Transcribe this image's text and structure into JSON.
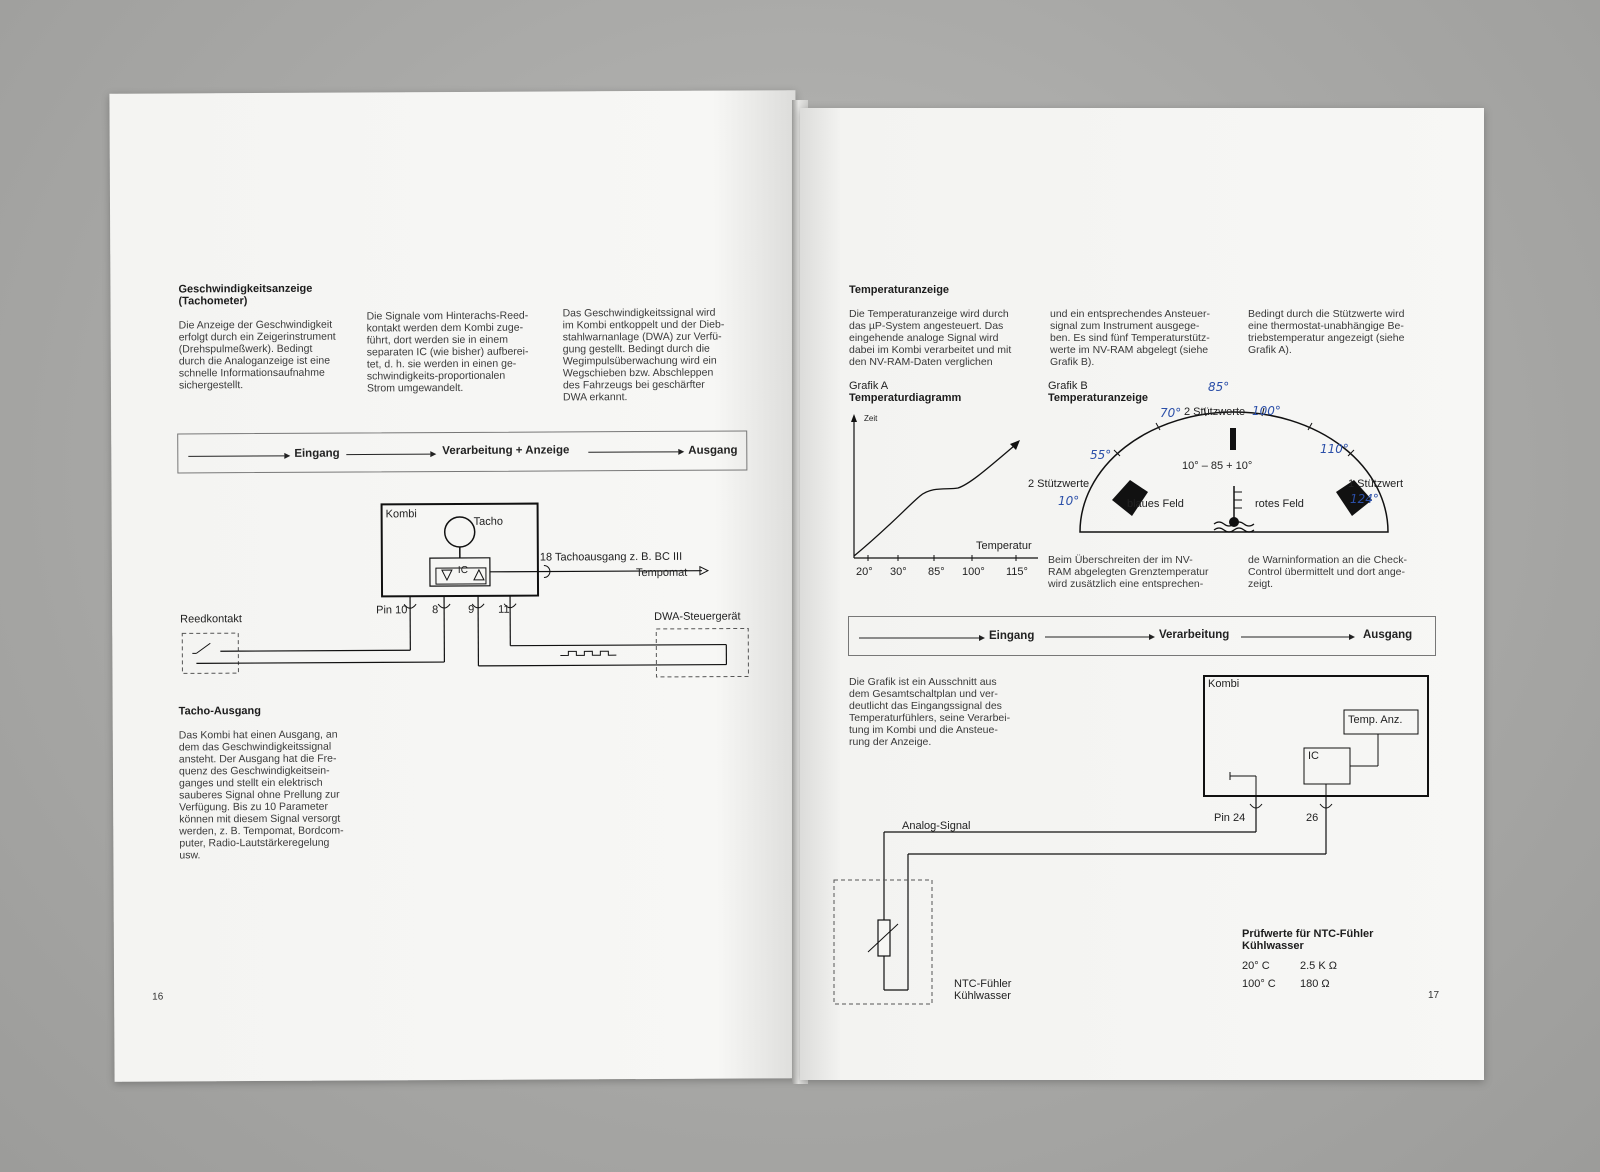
{
  "left_page": {
    "title": "Geschwindigkeitsanzeige\n(Tachometer)",
    "col1": "Die Anzeige der Geschwindigkeit\nerfolgt durch ein Zeigerinstrument\n(Drehspulmeßwerk). Bedingt\ndurch die Analoganzeige ist eine\nschnelle Informationsaufnahme\nsichergestellt.",
    "col2": "Die Signale vom Hinterachs-Reed-\nkontakt werden dem Kombi zuge-\nführt, dort werden sie in einem\nseparaten IC (wie bisher) aufberei-\ntet, d. h. sie werden in einen ge-\nschwindigkeits-proportionalen\nStrom umgewandelt.",
    "col3": "Das Geschwindigkeitssignal wird\nim Kombi entkoppelt und der Dieb-\nstahlwarnanlage (DWA) zur Verfü-\ngung gestellt. Bedingt durch die\nWegimpulsüberwachung wird ein\nWegschieben bzw. Abschleppen\ndes Fahrzeugs bei geschärfter\nDWA erkannt.",
    "flow": {
      "input": "Eingang",
      "process": "Verarbeitung + Anzeige",
      "output": "Ausgang"
    },
    "diagram": {
      "kombi": "Kombi",
      "tacho": "Tacho",
      "ic": "IC",
      "tacho_out": "18 Tachoausgang z. B. BC III",
      "tempomat": "Tempomat",
      "reed": "Reedkontakt",
      "dwa": "DWA-Steuergerät",
      "pin10": "Pin 10",
      "pin8": "8",
      "pin9": "9",
      "pin11": "11"
    },
    "section2_title": "Tacho-Ausgang",
    "section2_text": "Das Kombi hat einen Ausgang, an\ndem das Geschwindigkeitssignal\nansteht. Der Ausgang hat die Fre-\nquenz des Geschwindigkeitsein-\nganges und stellt ein elektrisch\nsauberes Signal ohne Prellung zur\nVerfügung. Bis zu 10 Parameter\nkönnen mit diesem Signal versorgt\nwerden, z. B. Tempomat, Bordcom-\nputer, Radio-Lautstärkeregelung\nusw.",
    "page_number": "16"
  },
  "right_page": {
    "title": "Temperaturanzeige",
    "col1": "Die Temperaturanzeige wird durch\ndas µP-System angesteuert. Das\neingehende analoge Signal wird\ndabei im Kombi verarbeitet und mit\nden NV-RAM-Daten verglichen",
    "col2": "und ein entsprechendes Ansteuer-\nsignal zum Instrument ausgege-\nben. Es sind fünf Temperaturstütz-\nwerte im NV-RAM abgelegt (siehe\nGrafik B).",
    "col3": "Bedingt durch die Stützwerte wird\neine thermostat-unabhängige Be-\ntriebstemperatur angezeigt (siehe\nGrafik A).",
    "grafik_a": {
      "label": "Grafik A",
      "title": "Temperaturdiagramm",
      "y_axis": "Zeit",
      "x_axis": "Temperatur",
      "ticks": [
        "20°",
        "30°",
        "85°",
        "100°",
        "115°"
      ]
    },
    "grafik_b": {
      "label": "Grafik B",
      "title": "Temperaturanzeige",
      "top_label": "2 Stützwerte",
      "left_label": "2 Stützwerte",
      "right_label": "1 Stützwert",
      "center_range": "10° – 85 + 10°",
      "blue_field": "blaues Feld",
      "red_field": "rotes Feld",
      "handwritten": [
        "85°",
        "70°",
        "100°",
        "55°",
        "110°",
        "10°",
        "124°"
      ]
    },
    "col2b": "Beim Überschreiten der im NV-\nRAM abgelegten Grenztemperatur\nwird zusätzlich eine entsprechen-",
    "col3b": "de Warninformation an die Check-\nControl übermittelt und dort ange-\nzeigt.",
    "flow": {
      "input": "Eingang",
      "process": "Verarbeitung",
      "output": "Ausgang"
    },
    "desc": "Die Grafik ist ein Ausschnitt aus\ndem Gesamtschaltplan und ver-\ndeutlicht das Eingangssignal des\nTemperaturfühlers, seine Verarbei-\ntung im Kombi und die Ansteue-\nrung der Anzeige.",
    "diagram": {
      "kombi": "Kombi",
      "temp_anz": "Temp. Anz.",
      "ic": "IC",
      "pin24": "Pin 24",
      "pin26": "26",
      "analog": "Analog-Signal",
      "ntc": "NTC-Fühler\nKühlwasser"
    },
    "pruef_title": "Prüfwerte für NTC-Fühler\nKühlwasser",
    "pruef_rows": [
      {
        "temp": "20° C",
        "value": "2.5 K Ω"
      },
      {
        "temp": "100° C",
        "value": "180 Ω"
      }
    ],
    "page_number": "17"
  }
}
